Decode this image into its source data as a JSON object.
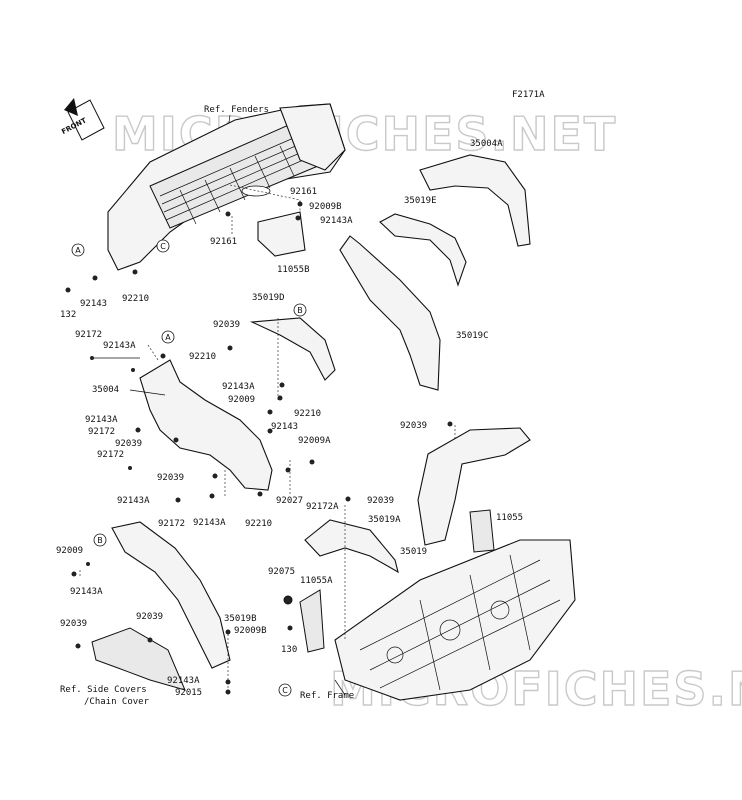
{
  "figure_id": "F2171A",
  "watermark_top": "MICROFICHES.NET",
  "watermark_bottom": "MICROFICHES.NET",
  "front_arrow": "FRONT",
  "refs": {
    "fenders": "Ref. Fenders",
    "side_covers_1": "Ref. Side Covers",
    "side_covers_2": "/Chain Cover",
    "frame": "Ref. Frame"
  },
  "callouts": [
    "A",
    "C",
    "A",
    "B",
    "B",
    "C"
  ],
  "labels": {
    "l_35004A": "35004A",
    "l_92161a": "92161",
    "l_92009Ba": "92009B",
    "l_92143Aa": "92143A",
    "l_35019E": "35019E",
    "l_92161b": "92161",
    "l_11055B": "11055B",
    "l_92143a": "92143",
    "l_92210a": "92210",
    "l_132": "132",
    "l_35019D": "35019D",
    "l_92039a": "92039",
    "l_35019C": "35019C",
    "l_92172a": "92172",
    "l_92143Ab": "92143A",
    "l_92210b": "92210",
    "l_35004": "35004",
    "l_92143Ac": "92143A",
    "l_92009a": "92009",
    "l_92143Ad": "92143A",
    "l_92172b": "92172",
    "l_92210c": "92210",
    "l_92143b": "92143",
    "l_92039b": "92039",
    "l_92009A": "92009A",
    "l_92039c": "92039",
    "l_92172c": "92172",
    "l_92039d": "92039",
    "l_92143Ae": "92143A",
    "l_92172d": "92172",
    "l_92143Af": "92143A",
    "l_92210d": "92210",
    "l_92027": "92027",
    "l_92172A": "92172A",
    "l_92039e": "92039",
    "l_35019A": "35019A",
    "l_11055": "11055",
    "l_35019": "35019",
    "l_92009b": "92009",
    "l_92143Ag": "92143A",
    "l_92075": "92075",
    "l_11055A": "11055A",
    "l_92039f": "92039",
    "l_35019B": "35019B",
    "l_92009Bb": "92009B",
    "l_92039g": "92039",
    "l_130": "130",
    "l_92143Ah": "92143A",
    "l_92015": "92015"
  }
}
